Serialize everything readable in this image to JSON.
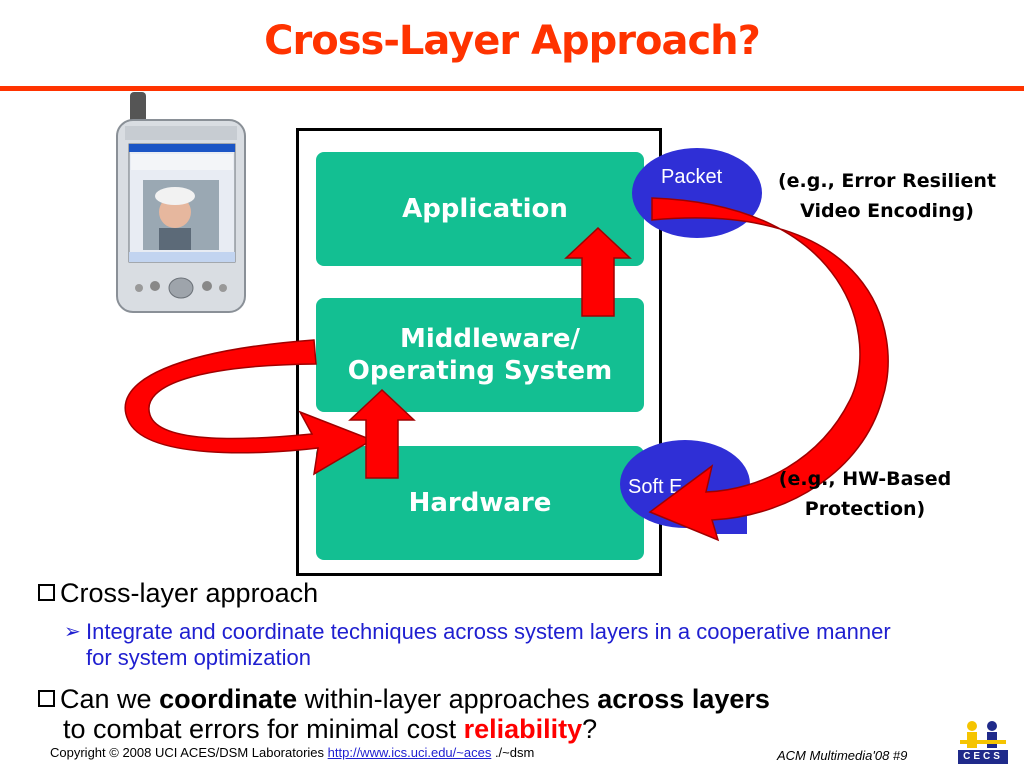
{
  "slide": {
    "title": "Cross-Layer Approach?"
  },
  "diagram": {
    "layers": {
      "application": "Application",
      "middleware_line1": "Middleware/",
      "middleware_line2": "Operating System",
      "hardware": "Hardware"
    },
    "bubbles": {
      "packet": "Packet",
      "soft": "Soft E"
    },
    "annotations": {
      "top_line1": "(e.g., Error Resilient",
      "top_line2": "Video Encoding)",
      "bottom_line1": "(e.g., HW-Based",
      "bottom_line2": "Protection)"
    },
    "colors": {
      "layer_fill": "#13bf92",
      "bubble_fill": "#2f2fd6",
      "arrow_red": "#ff0000",
      "title_orange": "#ff3300"
    }
  },
  "bullets": {
    "b1": "Cross-layer approach",
    "sub1": "Integrate and coordinate techniques across system layers in a cooperative manner for system optimization",
    "b2_part1": "Can we ",
    "b2_bold1": "coordinate",
    "b2_part2": " within-layer approaches ",
    "b2_bold2": "across layers",
    "b2_line2_part1": "to combat errors for minimal cost ",
    "b2_bold_red": "reliability",
    "b2_end": "?"
  },
  "footer": {
    "copyright": "Copyright © 2008  UCI ACES/DSM Laboratories  ",
    "link": "http://www.ics.uci.edu/~aces",
    "suffix": " ./~dsm",
    "conference": "ACM Multimedia'08   #9",
    "logo_text": "CECS"
  }
}
